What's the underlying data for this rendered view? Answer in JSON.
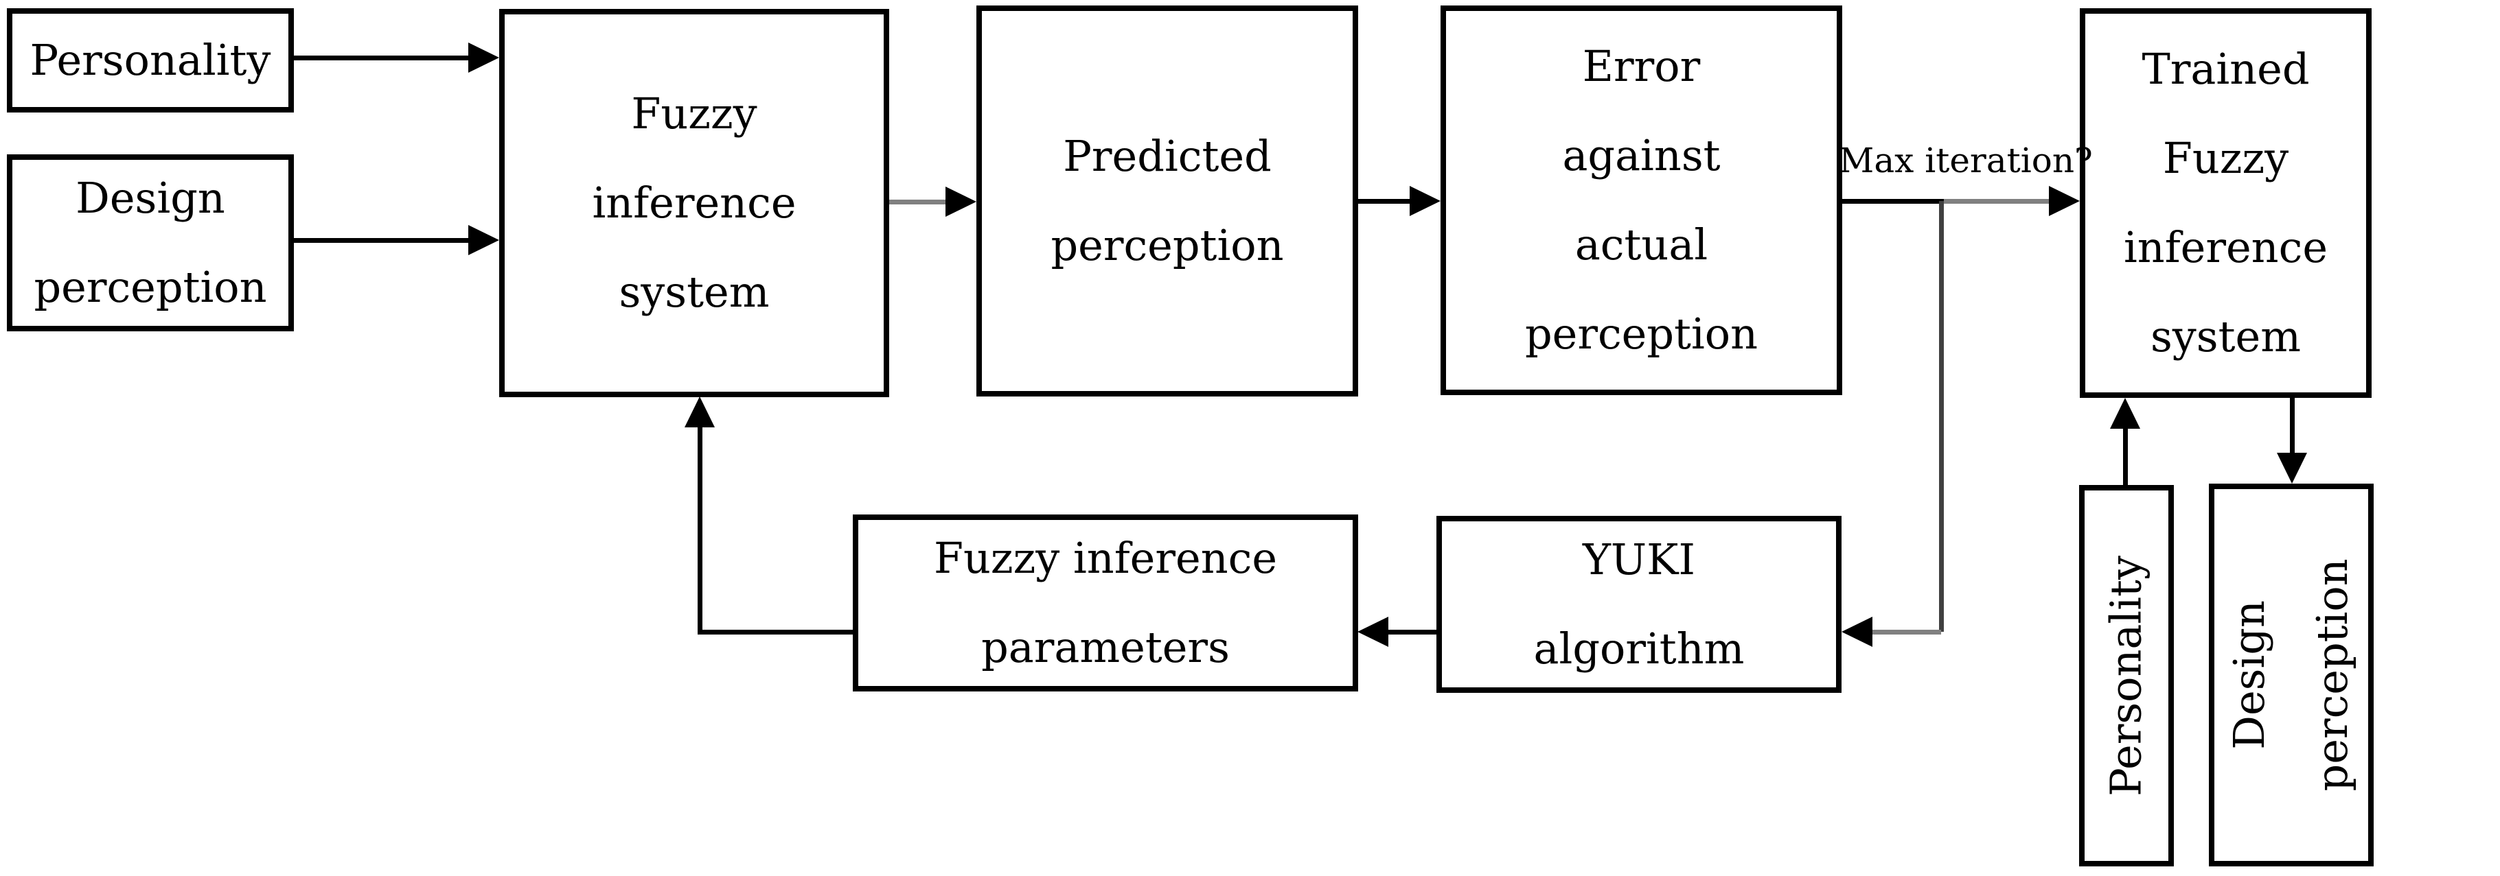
{
  "boxes": {
    "personality_input": {
      "label": "Personality"
    },
    "design_input": {
      "label": "Design\nperception"
    },
    "fis": {
      "label": "Fuzzy\ninference\nsystem"
    },
    "predicted": {
      "label": "Predicted\nperception"
    },
    "error": {
      "label": "Error\nagainst\nactual\nperception"
    },
    "trained": {
      "label": "Trained\nFuzzy\ninference\nsystem"
    },
    "fip": {
      "label": "Fuzzy inference\nparameters"
    },
    "yuki": {
      "label": "YUKI\nalgorithm"
    },
    "personality_output": {
      "label": "Personality"
    },
    "design_output": {
      "label": "Design\nperception"
    }
  },
  "edge_labels": {
    "max_iteration": "Max iteration?"
  },
  "colors": {
    "background": "#ffffff",
    "box_border": "#000000",
    "text": "#000000",
    "arrow_black": "#000000",
    "arrow_gray": "#808080",
    "arrow_dark_gray": "#404040"
  }
}
